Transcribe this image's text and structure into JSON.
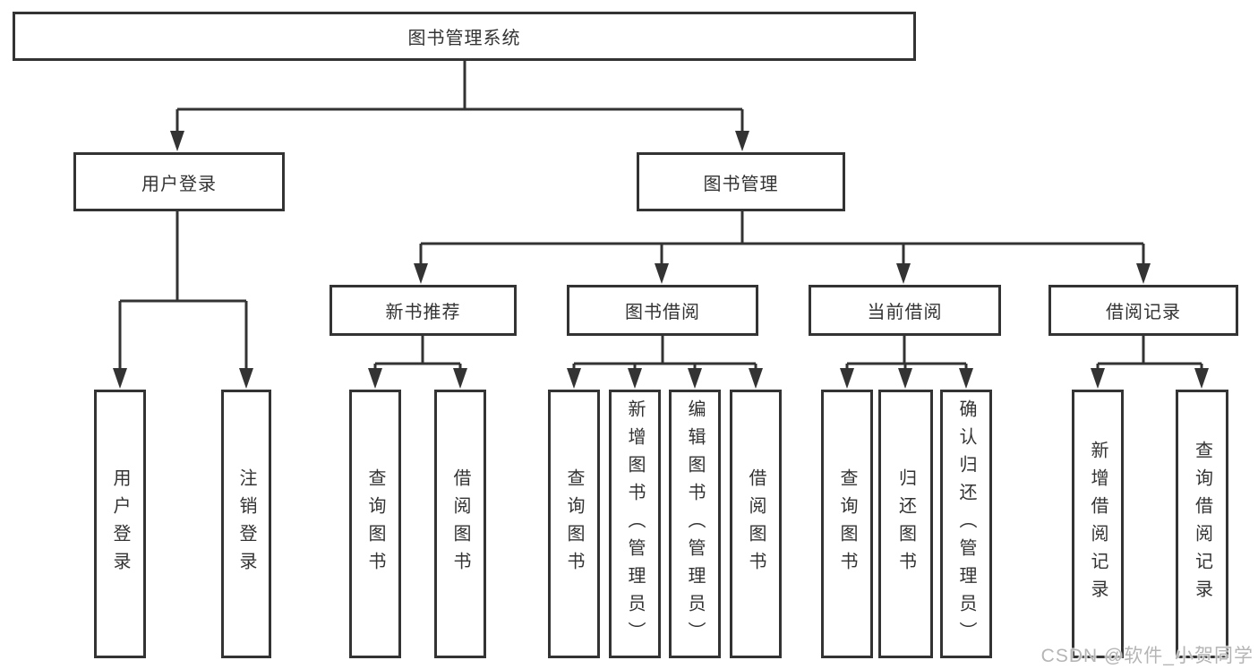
{
  "diagram": {
    "root": {
      "label": "图书管理系统"
    },
    "level2": {
      "user_login": {
        "label": "用户登录"
      },
      "book_management": {
        "label": "图书管理"
      }
    },
    "level3": {
      "new_book_recommend": {
        "label": "新书推荐"
      },
      "book_borrowing": {
        "label": "图书借阅"
      },
      "current_borrowing": {
        "label": "当前借阅"
      },
      "borrowing_records": {
        "label": "借阅记录"
      }
    },
    "leaves": {
      "user_login": [
        "用户登录",
        "注销登录"
      ],
      "new_book_recommend": [
        "查询图书",
        "借阅图书"
      ],
      "book_borrowing": [
        "查询图书",
        "新增图书（管理员）",
        "编辑图书（管理员）",
        "借阅图书"
      ],
      "current_borrowing": [
        "查询图书",
        "归还图书",
        "确认归还（管理员）"
      ],
      "borrowing_records": [
        "新增借阅记录",
        "查询借阅记录"
      ]
    }
  },
  "watermark": {
    "label": "CSDN @软件_小贺同学"
  },
  "colors": {
    "line": "#333333",
    "text": "#333333",
    "box_background": "#ffffff",
    "background": "#ffffff",
    "watermark": "#b5b5b5"
  }
}
